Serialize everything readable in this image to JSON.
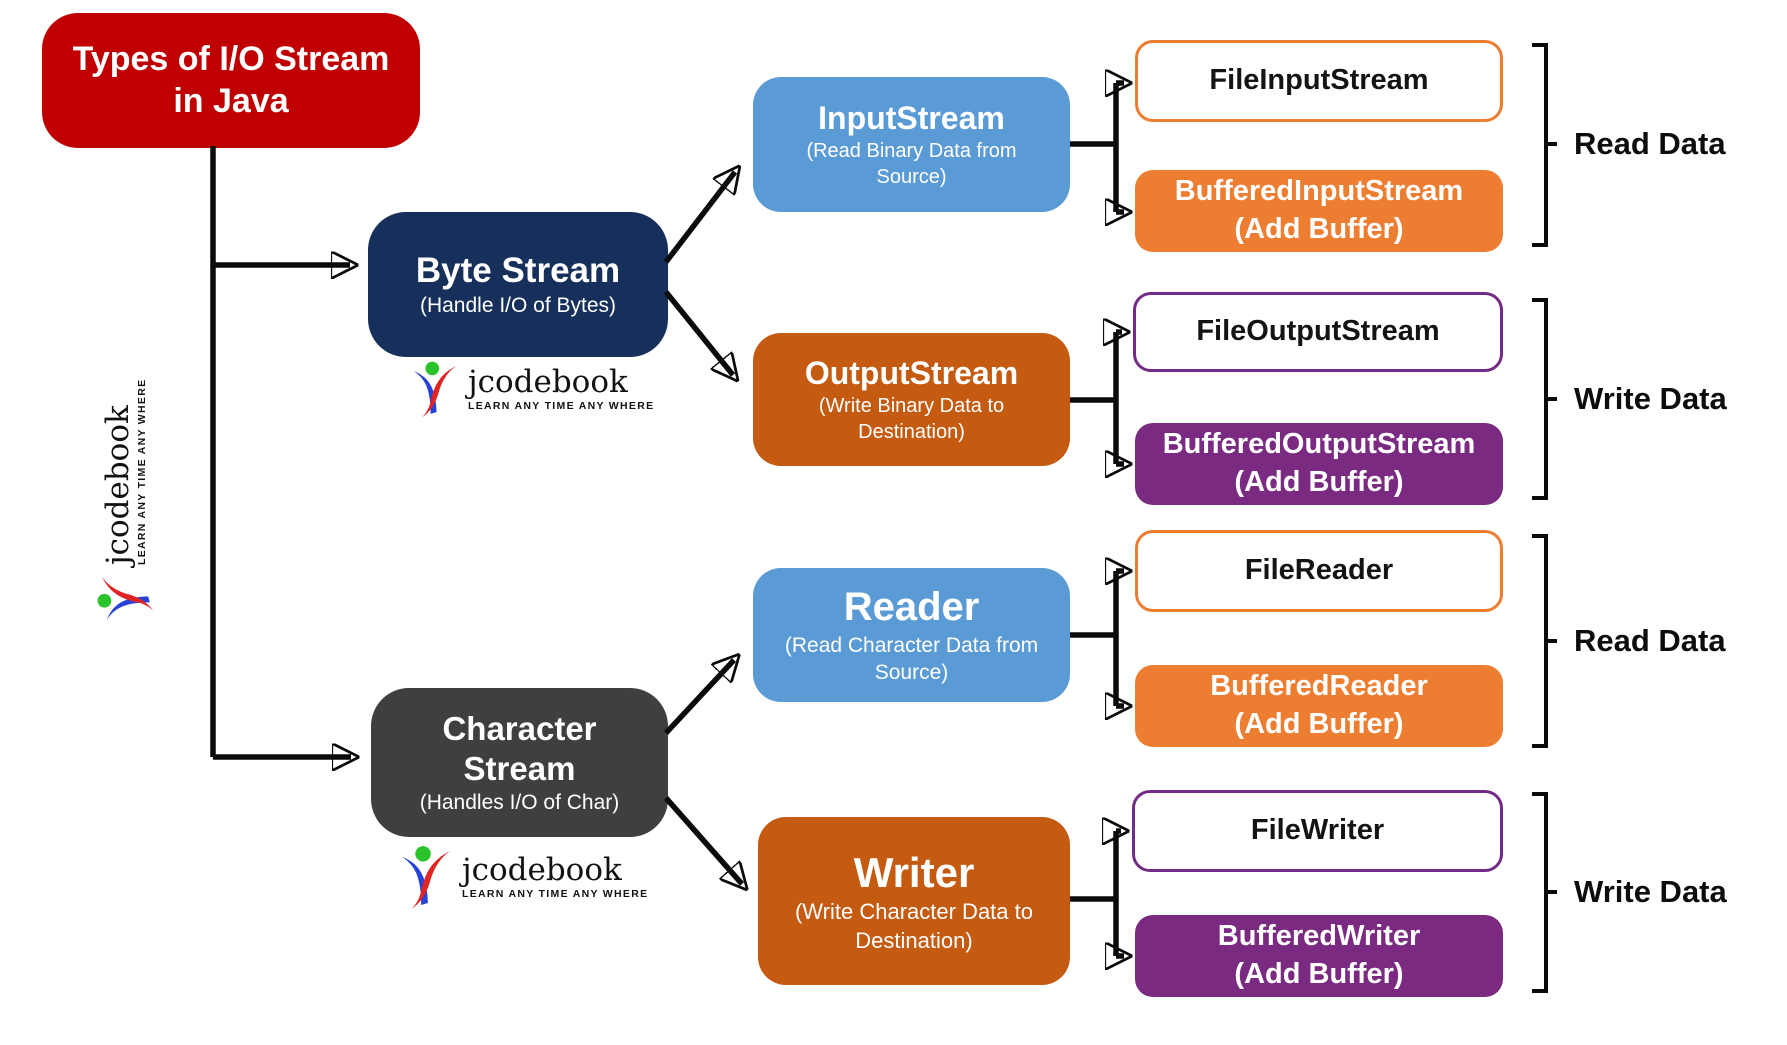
{
  "title": {
    "line1": "Types of I/O Stream",
    "line2": "in Java"
  },
  "brand": {
    "name": "jcodebook",
    "tagline": "LEARN ANY TIME ANY WHERE"
  },
  "nodes": {
    "byte_stream": {
      "title": "Byte Stream",
      "subtitle": "(Handle I/O of Bytes)"
    },
    "character_stream": {
      "title": "Character Stream",
      "subtitle": "(Handles I/O of Char)"
    },
    "input_stream": {
      "title": "InputStream",
      "subtitle": "(Read Binary Data from Source)"
    },
    "output_stream": {
      "title": "OutputStream",
      "subtitle": "(Write Binary Data to Destination)"
    },
    "reader": {
      "title": "Reader",
      "subtitle": "(Read Character Data from Source)"
    },
    "writer": {
      "title": "Writer",
      "subtitle": "(Write Character Data to Destination)"
    },
    "file_input_stream": {
      "title": "FileInputStream"
    },
    "buffered_input_stream": {
      "title": "BufferedInputStream",
      "subtitle": "(Add Buffer)"
    },
    "file_output_stream": {
      "title": "FileOutputStream"
    },
    "buffered_output_stream": {
      "title": "BufferedOutputStream",
      "subtitle": "(Add Buffer)"
    },
    "file_reader": {
      "title": "FileReader"
    },
    "buffered_reader": {
      "title": "BufferedReader",
      "subtitle": "(Add Buffer)"
    },
    "file_writer": {
      "title": "FileWriter"
    },
    "buffered_writer": {
      "title": "BufferedWriter",
      "subtitle": "(Add Buffer)"
    }
  },
  "group_labels": {
    "read_data_top": "Read Data",
    "write_data_top": "Write Data",
    "read_data_bottom": "Read Data",
    "write_data_bottom": "Write Data"
  },
  "colors": {
    "title_red": "#C00000",
    "navy": "#16305B",
    "gray": "#3F3F3F",
    "blue": "#5B9BD5",
    "orange": "#ED7D31",
    "dark_orange": "#C55A11",
    "purple_fill": "#7B2A82",
    "purple_border": "#732C85",
    "connector_black": "#0b0b0b",
    "logo_green": "#2BC32A",
    "logo_red": "#E02423",
    "logo_blue": "#2742D6"
  }
}
